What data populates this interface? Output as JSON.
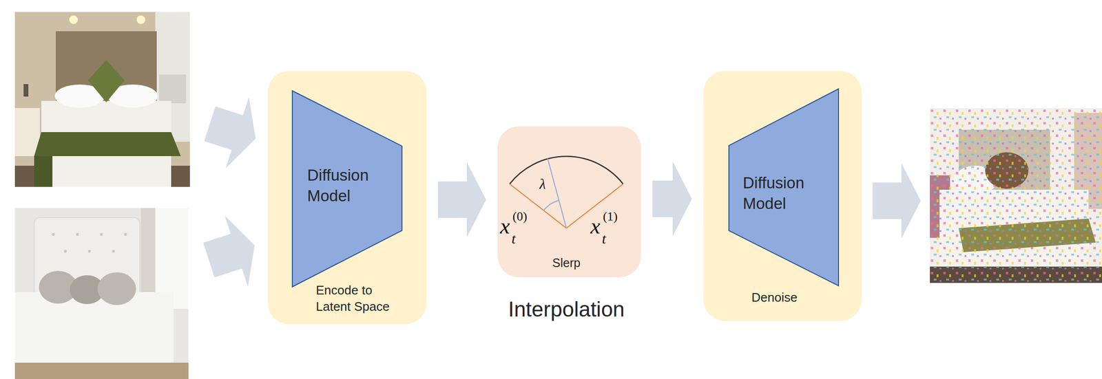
{
  "diagram": {
    "nodes": [
      {
        "text": [
          "Encode to Latent Space"
        ]
      },
      {
        "text": [
          "Diffusion Model"
        ],
        "in": 0
      },
      {
        "text": [
          "Slerp",
          "Interpolation"
        ]
      },
      {
        "text": [
          "Denoise"
        ]
      },
      {
        "text": [
          "Diffusion Model"
        ],
        "in": 3
      }
    ],
    "edges": [
      {
        "from": 0,
        "to": 2,
        "arrow": "to"
      },
      {
        "from": 2,
        "to": 3,
        "arrow": "to"
      }
    ],
    "labels": [
      "λ",
      "x",
      "t",
      "(0)",
      "x",
      "t",
      "(1)"
    ]
  }
}
